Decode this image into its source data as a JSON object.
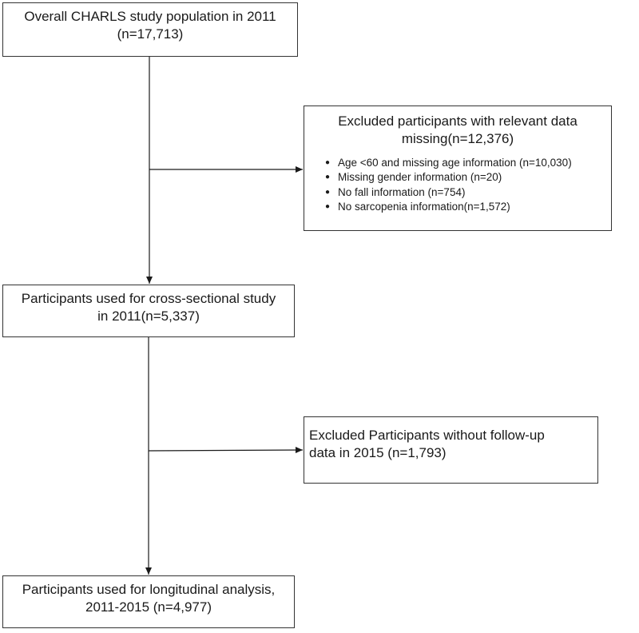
{
  "boxes": {
    "overall": {
      "line1": "Overall CHARLS study population in 2011",
      "line2": "(n=17,713)"
    },
    "excluded_missing": {
      "line1": "Excluded participants with relevant data",
      "line2": "missing(n=12,376)",
      "items": [
        "Age <60 and missing age information (n=10,030)",
        "Missing gender information (n=20)",
        "No fall information (n=754)",
        "No sarcopenia information(n=1,572)"
      ]
    },
    "cross_sectional": {
      "line1": "Participants used for cross-sectional study",
      "line2": "in 2011(n=5,337)"
    },
    "excluded_followup": {
      "line1": "Excluded Participants without follow-up",
      "line2": "data in 2015 (n=1,793)"
    },
    "longitudinal": {
      "line1": "Participants used for longitudinal analysis,",
      "line2": "2011-2015 (n=4,977)"
    }
  },
  "style": {
    "border_color": "#333333",
    "line_color": "#1a1a1a"
  }
}
